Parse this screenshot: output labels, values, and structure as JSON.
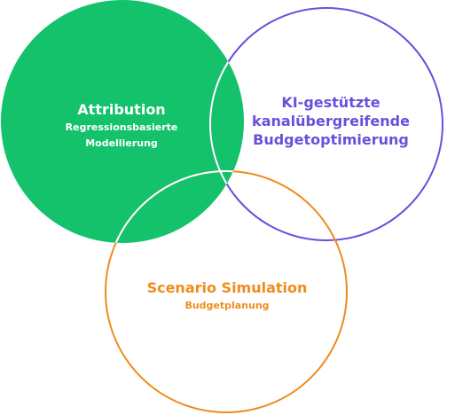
{
  "colors": {
    "attribution": "#13c26b",
    "ki": "#6a4fdc",
    "scenario": "#ef8c1c",
    "attribution_text": "#ffffff"
  },
  "attribution": {
    "title": "Attribution",
    "subtitle_line1": "Regressionsbasierte",
    "subtitle_line2": "Modellierung"
  },
  "ki": {
    "line1": "KI-gestützte",
    "line2": "kanalübergreifende",
    "line3": "Budgetoptimierung"
  },
  "scenario": {
    "title": "Scenario Simulation",
    "subtitle": "Budgetplanung"
  }
}
